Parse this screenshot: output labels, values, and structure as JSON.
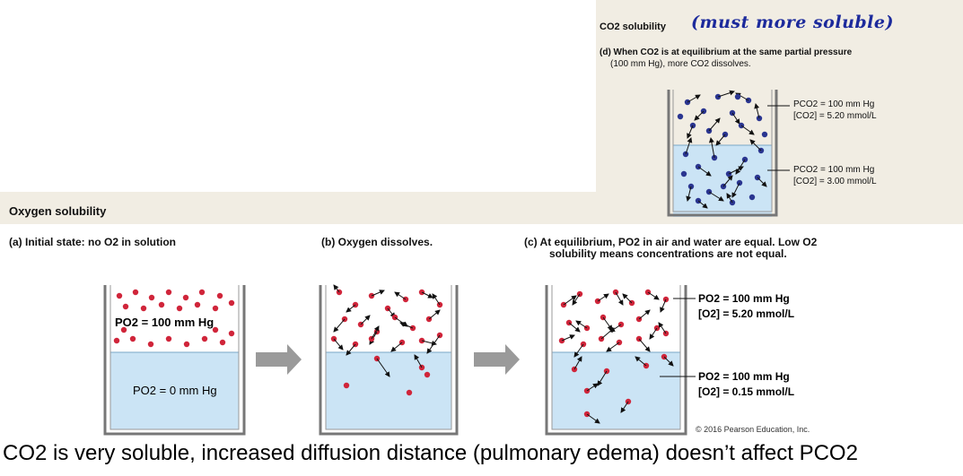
{
  "co2_panel": {
    "heading": "CO2 solubility",
    "handwritten_note": "(must more soluble)",
    "d_label": "(d) When CO2 is at equilibrium at the same partial pressure",
    "d_label_line2": "(100 mm Hg), more CO2 dissolves.",
    "air_pressure": "PCO2 = 100 mm Hg",
    "air_conc": "[CO2] = 5.20 mmol/L",
    "water_pressure": "PCO2 = 100 mm Hg",
    "water_conc": "[CO2] = 3.00 mmol/L"
  },
  "oxygen_panel": {
    "heading": "Oxygen solubility",
    "a_label": "(a) Initial state: no O2 in solution",
    "b_label": "(b) Oxygen dissolves.",
    "c_label": "(c) At equilibrium, PO2 in air and water are equal. Low O2",
    "c_label_line2": "solubility means concentrations are not equal.",
    "a_air_text": "PO2 = 100 mm Hg",
    "a_water_text": "PO2 = 0 mm Hg",
    "c_air_pressure": "PO2 = 100 mm Hg",
    "c_air_conc": "[O2] = 5.20 mmol/L",
    "c_water_pressure": "PO2 = 100 mm Hg",
    "c_water_conc": "[O2] = 0.15 mmol/L",
    "copyright": "© 2016 Pearson Education, Inc."
  },
  "caption": "CO2 is very soluble, increased diffusion distance (pulmonary edema) doesn’t affect PCO2",
  "colors": {
    "co2_dot": "#2a3590",
    "o2_dot": "#d0253a",
    "water": "#cbe4f5",
    "band": "#f1ede3",
    "handwriting": "#1c2a9c"
  }
}
